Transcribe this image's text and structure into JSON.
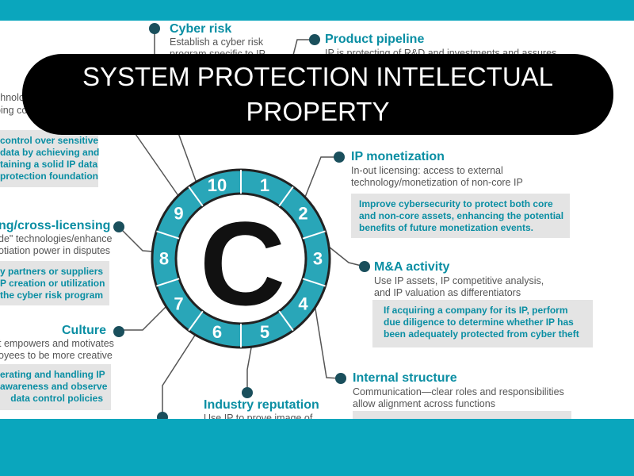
{
  "slide": {
    "title_line1": "SYSTEM PROTECTION INTELECTUAL",
    "title_line2": "PROPERTY"
  },
  "wheel": {
    "symbol": "C",
    "segments": [
      "1",
      "2",
      "3",
      "4",
      "5",
      "6",
      "7",
      "8",
      "9",
      "10"
    ]
  },
  "items": {
    "cyber_risk": {
      "heading": "Cyber risk",
      "line1": "Establish a cyber risk",
      "line2": "program specific to IP"
    },
    "product_pipeline": {
      "heading": "Product pipeline",
      "line1": "IP is protecting of R&D and investments and assures"
    },
    "technology": {
      "line1": "chnology",
      "line2": "ping co"
    },
    "data_control": {
      "line1": "control over sensitive",
      "line2": "data by achieving and",
      "line3": "taining a solid IP data",
      "line4": "protection foundation"
    },
    "ip_monetization": {
      "heading": "IP monetization",
      "line1": "In-out licensing: access to external",
      "line2": "technology/monetization of non-core IP",
      "box1": "Improve cybersecurity to protect both core",
      "box2": "and non-core assets, enhancing the potential",
      "box3": "benefits of future monetization events."
    },
    "licensing": {
      "heading": "ng/cross-licensing",
      "line1": "de\" technologies/enhance",
      "line2": "otiation power in disputes",
      "box1": "y partners or suppliers",
      "box2": "P creation or utilization",
      "box3": "the cyber risk program"
    },
    "ma_activity": {
      "heading": "M&A activity",
      "line1": "Use IP assets, IP competitive analysis,",
      "line2": "and IP valuation as differentiators",
      "box1": "If acquiring a company for its IP, perform",
      "box2": "due diligence to determine whether IP has",
      "box3": "been adequately protected from cyber theft"
    },
    "culture": {
      "heading": "Culture",
      "line1": "t empowers and motivates",
      "line2": "oyees to be more creative",
      "box1": "erating and handling IP",
      "box2": "awareness and observe",
      "box3": "data control policies"
    },
    "internal_structure": {
      "heading": "Internal structure",
      "line1": "Communication—clear roles and responsibilities",
      "line2": "allow alignment across functions"
    },
    "industry_reputation": {
      "heading": "Industry reputation",
      "line1": "Use IP to prove image of"
    }
  }
}
